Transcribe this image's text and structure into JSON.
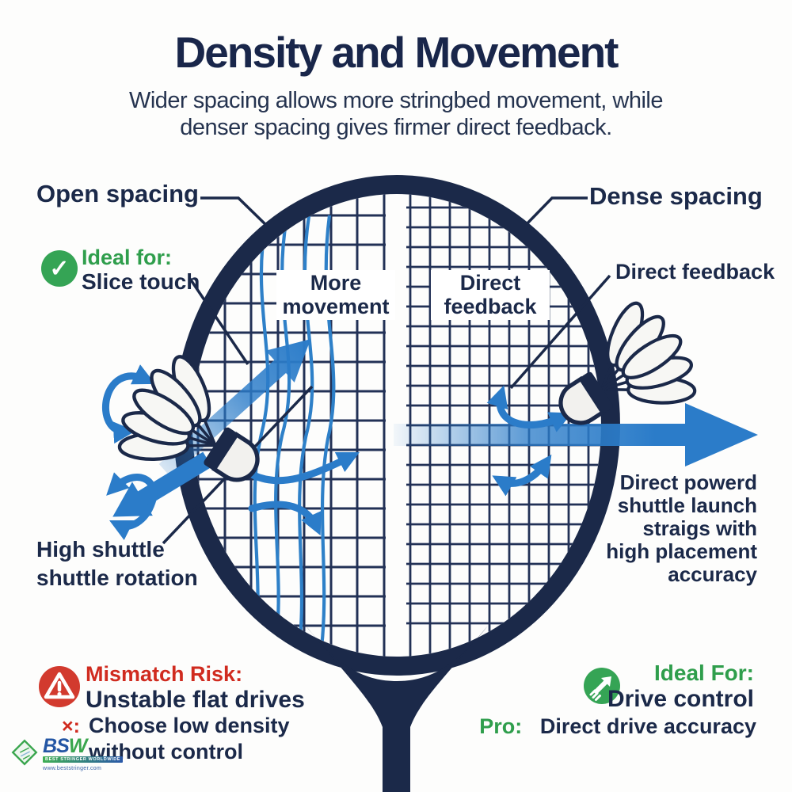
{
  "title": "Density and Movement",
  "subtitle_line1": "Wider spacing allows more stringbed movement, while",
  "subtitle_line2": "denser spacing gives firmer direct feedback.",
  "left_side": {
    "heading": "Open spacing",
    "ideal_label": "Ideal for:",
    "ideal_value": "Slice touch",
    "check_icon": "check-icon",
    "check_glyph": "✓",
    "string_label_line1": "More",
    "string_label_line2": "movement",
    "shuttle_note_line1": "High shuttle",
    "shuttle_note_line2": "shuttle rotation"
  },
  "right_side": {
    "heading": "Dense spacing",
    "feedback_label": "Direct feedback",
    "string_label_line1": "Direct",
    "string_label_line2": "feedback",
    "launch_note_lines": [
      "Direct powerd",
      "shuttle launch",
      "straigs with",
      "high placement",
      "accuracy"
    ]
  },
  "bottom_left": {
    "risk_label": "Mismatch Risk:",
    "risk_value": "Unstable flat drives",
    "warning_icon": "warning-icon",
    "note_glyph": "×:",
    "note_line1": "Choose low density",
    "note_line2": "without control"
  },
  "bottom_right": {
    "ideal_label": "Ideal For:",
    "ideal_value": "Drive control",
    "drive_icon": "arrow-up-right-icon",
    "pro_label": "Pro:",
    "pro_value": "Direct drive accuracy"
  },
  "logo": {
    "letters": [
      "B",
      "S",
      "W"
    ],
    "tagline": "BEST STRINGER WORLDWIDE",
    "url": "www.beststringer.com"
  },
  "colors": {
    "navy": "#1b2949",
    "string_navy": "#223156",
    "arrow_blue": "#2b7cc9",
    "wave_blue": "#2e80c8",
    "green": "#2f9e4c",
    "badge_green": "#35a455",
    "red": "#d02b1f",
    "badge_red": "#d23a2e"
  }
}
